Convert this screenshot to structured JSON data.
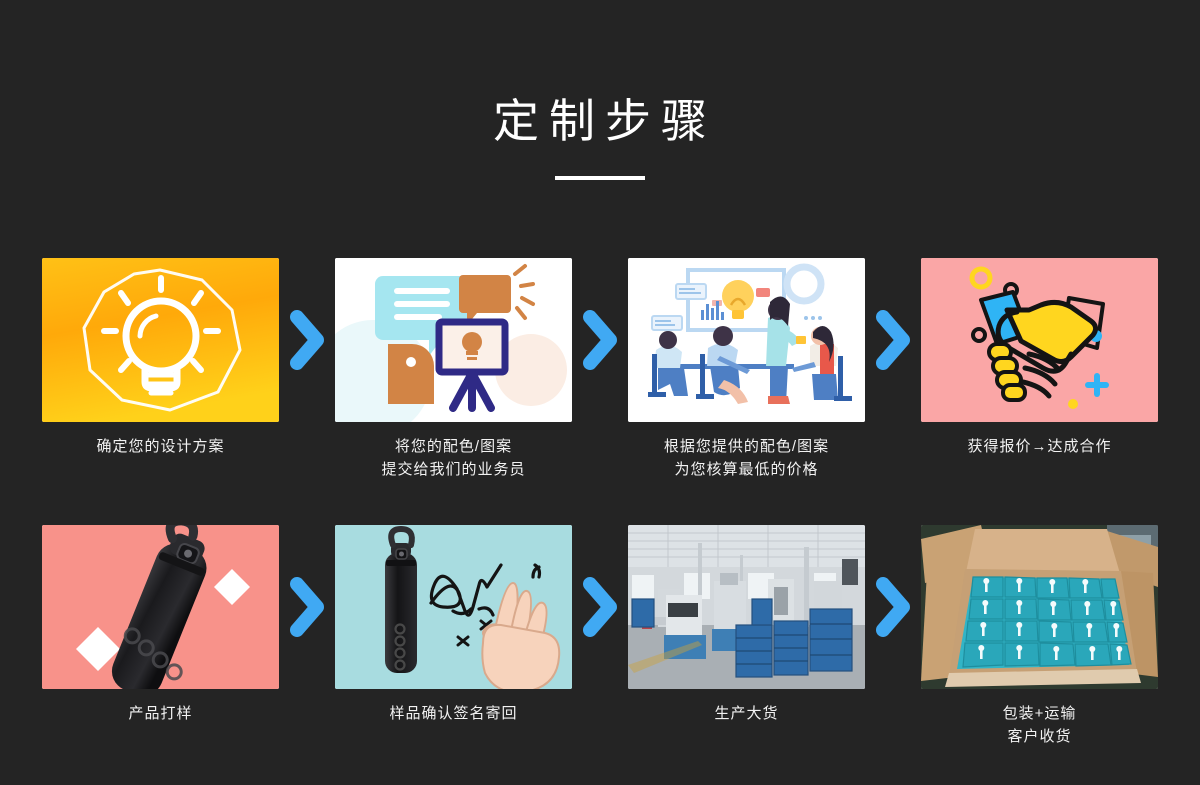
{
  "theme": {
    "background": "#242424",
    "text": "#f2f2f2",
    "title": "#ffffff",
    "arrow": "#40A9F3"
  },
  "header": {
    "title": "定制步骤",
    "rule": true
  },
  "arrow_icon": "chevron-right-icon",
  "steps": [
    {
      "index": 1,
      "image": "lightbulb-idea-icon",
      "image_alt": "橙色渐变背景上的白色灯泡线条图标",
      "caption_lines": [
        "确定您的设计方案"
      ]
    },
    {
      "index": 2,
      "image": "brainstorm-speech-bubbles-illustration",
      "image_alt": "聊天气泡、侧脸与画板灯泡插画",
      "caption_lines": [
        "将您的配色/图案",
        "提交给我们的业务员"
      ]
    },
    {
      "index": 3,
      "image": "team-meeting-illustration",
      "image_alt": "团队会议讨论方案插画",
      "caption_lines": [
        "根据您提供的配色/图案",
        "为您核算最低的价格"
      ]
    },
    {
      "index": 4,
      "image": "handshake-deal-illustration",
      "image_alt": "粉色背景上的黄色握手插画",
      "caption_lines": [
        "获得报价→达成合作"
      ]
    },
    {
      "index": 5,
      "image": "black-bottle-sample-photo",
      "image_alt": "珊瑚粉背景上的黑色保温杯样品",
      "caption_lines": [
        "产品打样"
      ]
    },
    {
      "index": 6,
      "image": "sample-signature-approval-photo",
      "image_alt": "浅蓝背景上的保温杯、签名与OK手势",
      "caption_lines": [
        "样品确认签名寄回"
      ]
    },
    {
      "index": 7,
      "image": "factory-production-photo",
      "image_alt": "工厂车间生产设备与蓝色周转箱",
      "caption_lines": [
        "生产大货"
      ]
    },
    {
      "index": 8,
      "image": "packed-carton-shipping-photo",
      "image_alt": "纸箱中整齐排列的青色包装成品",
      "caption_lines": [
        "包装+运输",
        "客户收货"
      ]
    }
  ]
}
